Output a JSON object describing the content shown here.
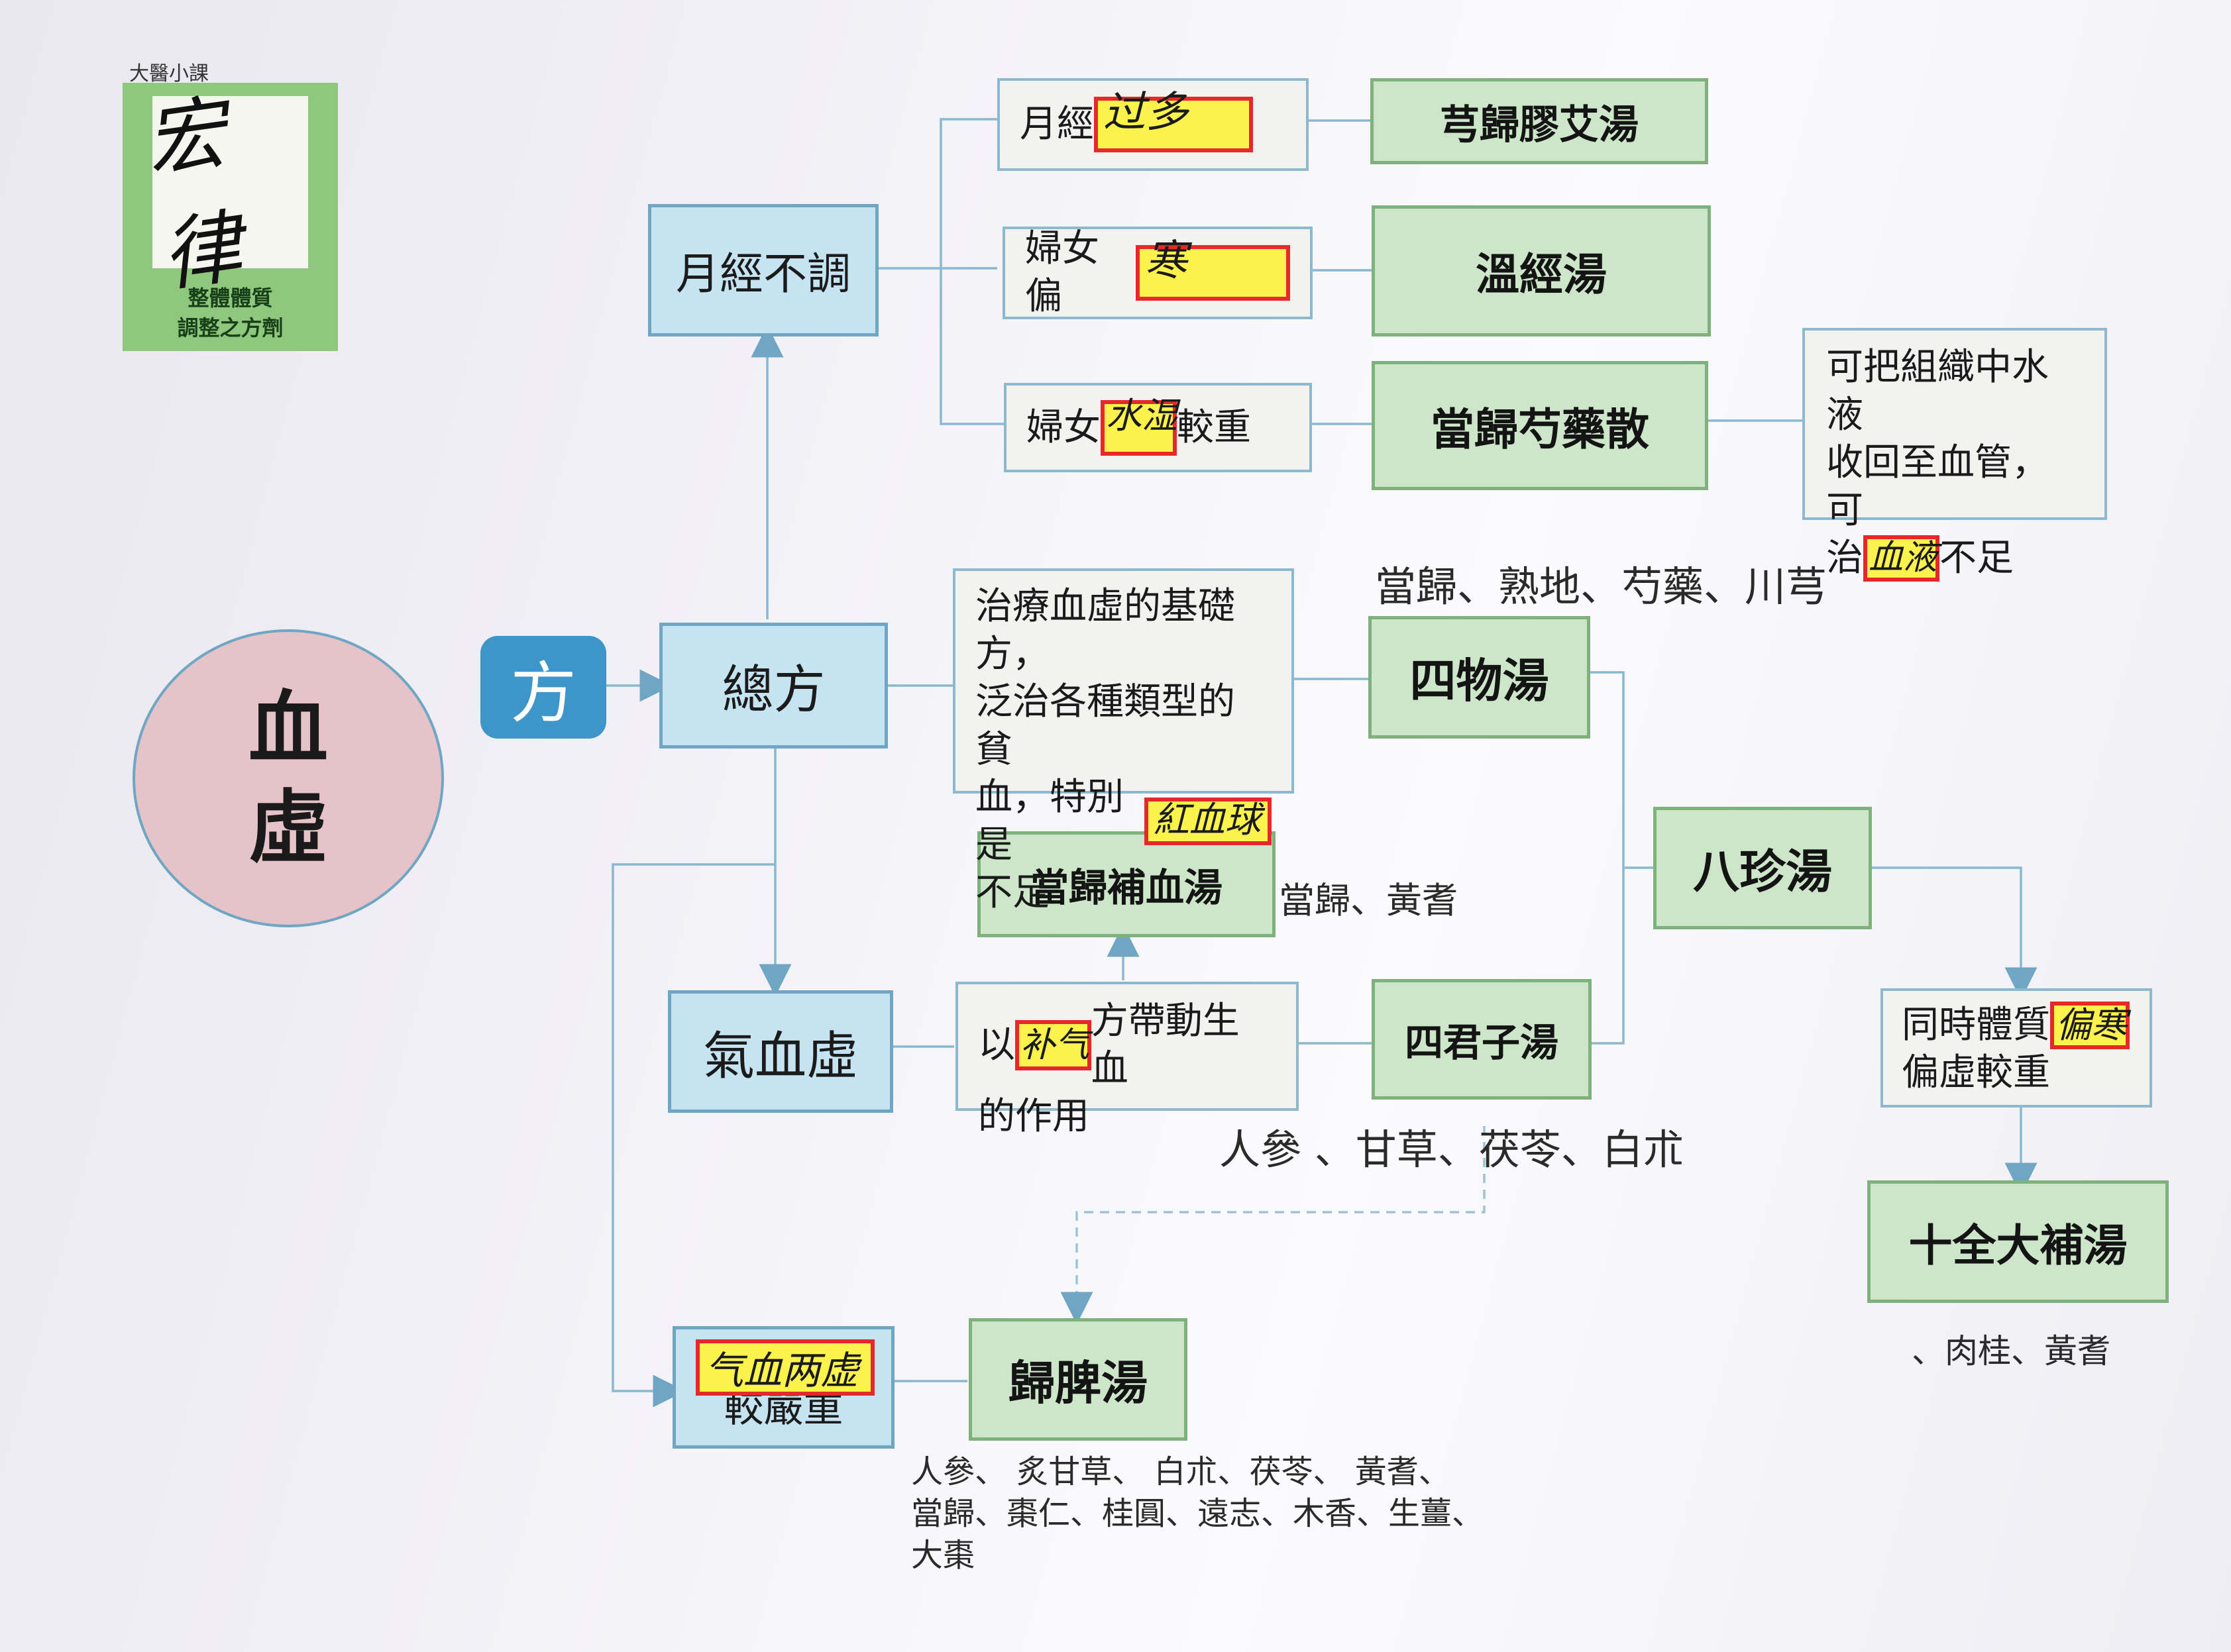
{
  "logo": {
    "top_text": "大醫小課",
    "signature": "宏律",
    "caption_line1": "整體體質",
    "caption_line2": "調整之方劑"
  },
  "center": {
    "line1": "血",
    "line2": "虛"
  },
  "fang_badge": "方",
  "nodes": {
    "zongfang": "總方",
    "yuejing_butiao": "月經不調",
    "qixue_xu": "氣血虛",
    "severe_suffix": "較嚴重",
    "severe_handwriting": "气血两虚"
  },
  "menstrual_notes": {
    "guoduo_prefix": "月經",
    "guoduo_handwriting": "过多",
    "pianhan_prefix": "婦女偏",
    "pianhan_handwriting": "寒",
    "shuishi_prefix": "婦女",
    "shuishi_handwriting": "水湿",
    "shuishi_suffix": "較重"
  },
  "formulas": {
    "xiong_gui_jiao_ai": "芎歸膠艾湯",
    "wen_jing": "溫經湯",
    "dang_gui_shao_yao": "當歸芍藥散",
    "si_wu": "四物湯",
    "dang_gui_bu_xue": "當歸補血湯",
    "si_jun_zi": "四君子湯",
    "ba_zhen": "八珍湯",
    "shi_quan_da_bu": "十全大補湯",
    "gui_pi": "歸脾湯"
  },
  "notes": {
    "tissue_line1": "可把組織中水液",
    "tissue_line2": "收回至血管，可",
    "tissue_line3_prefix": "治",
    "tissue_handwriting": "血液",
    "tissue_line3_suffix": "不足",
    "siwu_line1": "治療血虛的基礎方，",
    "siwu_line2": "泛治各種類型的貧",
    "siwu_line3_prefix": "血，特別是",
    "siwu_handwriting": "紅血球",
    "siwu_line4": "不足",
    "buqi_prefix": "以",
    "buqi_handwriting": "补气",
    "buqi_suffix": "方帶動生血",
    "buqi_line2": "的作用",
    "tonic_prefix": "同時體質",
    "tonic_handwriting": "偏寒",
    "tonic_line2": "偏虛較重"
  },
  "ingredients": {
    "si_wu": "當歸、熟地、芍藥、川芎",
    "dang_gui_bu_xue": "當歸、黃耆",
    "si_jun_zi": "人參 、甘草、茯苓、白朮",
    "shi_quan": "、肉桂、黃耆",
    "gui_pi_line1": "人參、 炙甘草、 白朮、茯苓、 黃耆、",
    "gui_pi_line2": "當歸、棗仁、桂圓、遠志、木香、生薑、",
    "gui_pi_line3": "大棗"
  },
  "colors": {
    "blue_fill": "#c6e3f1",
    "green_fill": "#cde6c9",
    "circle_fill": "#e6c3c8",
    "badge_fill": "#3d95c9",
    "highlight": "#fbf34b",
    "highlight_border": "#e6272b"
  }
}
